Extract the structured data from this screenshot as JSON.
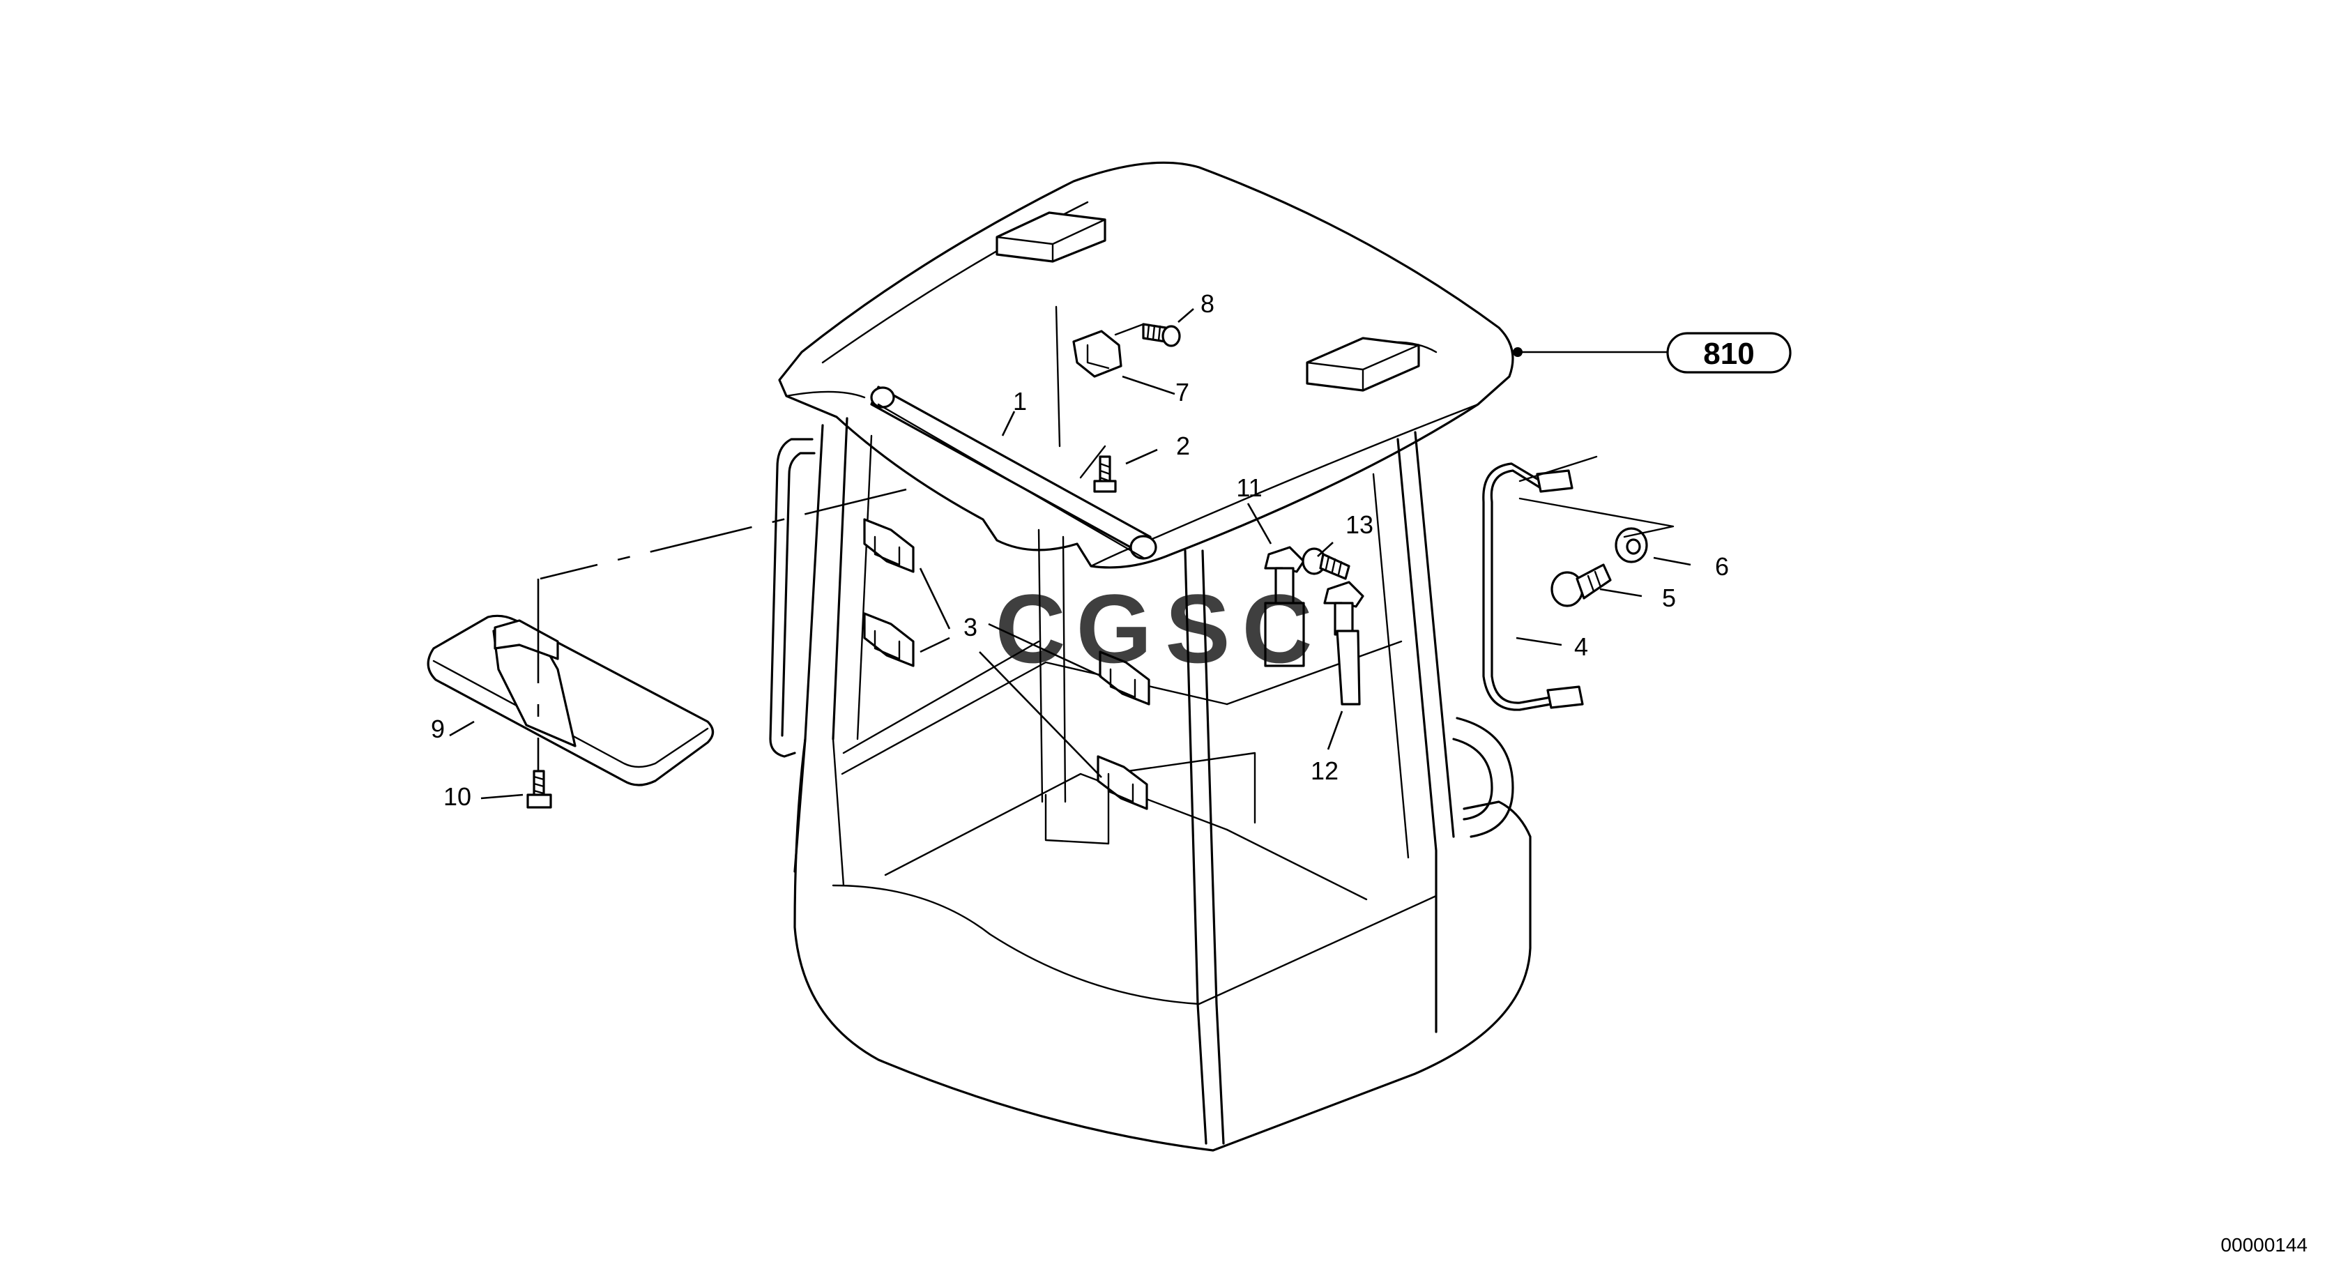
{
  "diagram": {
    "reference_label": "810",
    "document_id": "00000144",
    "watermark": {
      "letters": [
        "C",
        "G",
        "S",
        "C"
      ],
      "colors": [
        "#4f86e8",
        "#f07b6f",
        "#f3cf45",
        "#4cb07c"
      ]
    },
    "callouts": {
      "c1": "1",
      "c2": "2",
      "c3": "3",
      "c4": "4",
      "c5": "5",
      "c6": "6",
      "c7": "7",
      "c8": "8",
      "c9": "9",
      "c10": "10",
      "c11": "11",
      "c12": "12",
      "c13": "13"
    }
  }
}
